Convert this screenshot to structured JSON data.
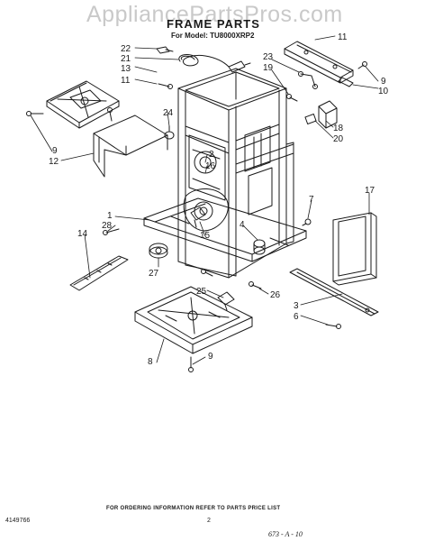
{
  "watermark": "AppliancePartsPros.com",
  "title": "FRAME PARTS",
  "model_line": "For Model: TU8000XRP2",
  "footnote": "FOR ORDERING INFORMATION REFER TO PARTS PRICE LIST",
  "doc_number": "4149766",
  "page_number": "2",
  "handwritten_code": "673 - A - 10",
  "callouts": [
    {
      "label": "22"
    },
    {
      "label": "21"
    },
    {
      "label": "13"
    },
    {
      "label": "11"
    },
    {
      "label": "11"
    },
    {
      "label": "23"
    },
    {
      "label": "19"
    },
    {
      "label": "9"
    },
    {
      "label": "10"
    },
    {
      "label": "24"
    },
    {
      "label": "9"
    },
    {
      "label": "12"
    },
    {
      "label": "18"
    },
    {
      "label": "20"
    },
    {
      "label": "2"
    },
    {
      "label": "16"
    },
    {
      "label": "7"
    },
    {
      "label": "17"
    },
    {
      "label": "1"
    },
    {
      "label": "28"
    },
    {
      "label": "14"
    },
    {
      "label": "4"
    },
    {
      "label": "15"
    },
    {
      "label": "27"
    },
    {
      "label": "26"
    },
    {
      "label": "25"
    },
    {
      "label": "3"
    },
    {
      "label": "6"
    },
    {
      "label": "8"
    },
    {
      "label": "9"
    }
  ]
}
